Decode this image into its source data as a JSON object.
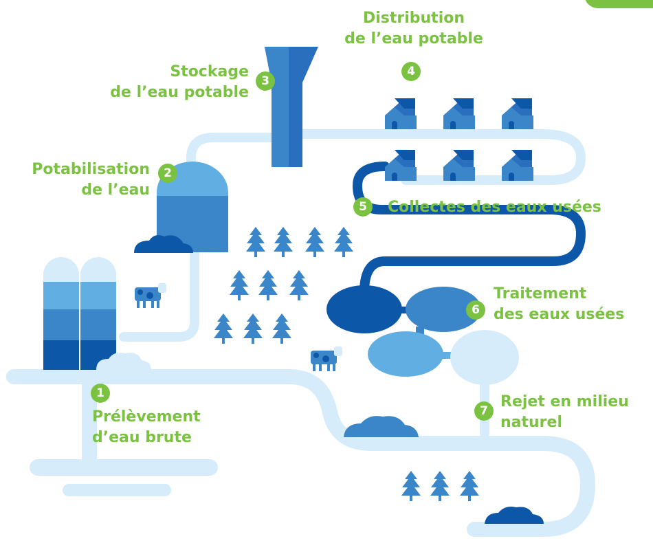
{
  "steps": [
    {
      "number": "1",
      "line1": "Prélèvement",
      "line2": "d’eau brute"
    },
    {
      "number": "2",
      "line1": "Potabilisation",
      "line2": "de l’eau"
    },
    {
      "number": "3",
      "line1": "Stockage",
      "line2": "de l’eau potable"
    },
    {
      "number": "4",
      "line1": "Distribution",
      "line2": "de l’eau potable"
    },
    {
      "number": "5",
      "line1": "Collectes des eaux usées",
      "line2": ""
    },
    {
      "number": "6",
      "line1": "Traitement",
      "line2": "des eaux usées"
    },
    {
      "number": "7",
      "line1": "Rejet en milieu",
      "line2": "naturel"
    }
  ],
  "colors": {
    "label_green": "#7cc242",
    "pipe_light": "#cfe8f7",
    "pipe_dark": "#0d57a8",
    "mid_blue": "#3a86c8",
    "light_blue": "#61aee3",
    "pale_blue": "#d6ecfa",
    "dark_blue": "#0d57a8"
  },
  "icons": [
    "tree-icon",
    "house-icon",
    "cow-icon",
    "cloud-icon",
    "silo-icon",
    "water-tower-icon",
    "treatment-basin-icon"
  ]
}
